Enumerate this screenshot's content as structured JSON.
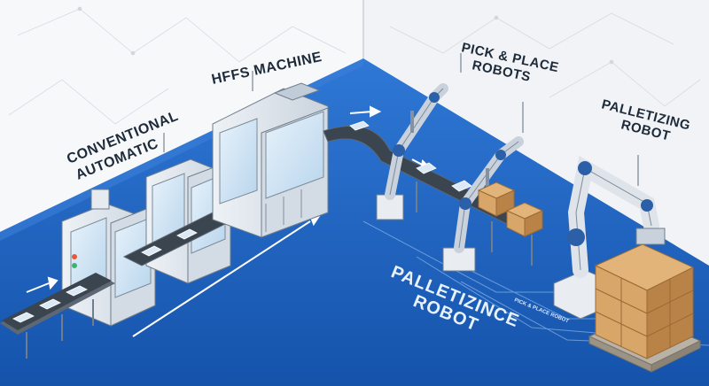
{
  "labels": {
    "conventional_line1": "CONVENTIONAL",
    "conventional_line2": "AUTOMATIC",
    "hffs": "HFFS MACHINE",
    "pick_place_line1": "PICK & PLACE",
    "pick_place_line2": "ROBOTS",
    "palletizing_line1": "PALLETIZING",
    "palletizing_line2": "ROBOT",
    "floor_line1": "PALLETIZINCE",
    "floor_line2": "ROBOT",
    "floor_small": "PICK & PLACE ROBOT"
  },
  "colors": {
    "floor": "#1e63c4",
    "floor_light": "#3f86e0",
    "wall": "#f4f6f9",
    "machine": "#dfe6ee",
    "glass": "#cfe3f3",
    "robot": "#e9edf2",
    "robot_joint": "#2b5fa8",
    "box": "#d9a66a",
    "box_dark": "#b98247",
    "pallet": "#b9b2a6"
  },
  "icons": {
    "flow_arrows": "right-arrow-icon"
  }
}
